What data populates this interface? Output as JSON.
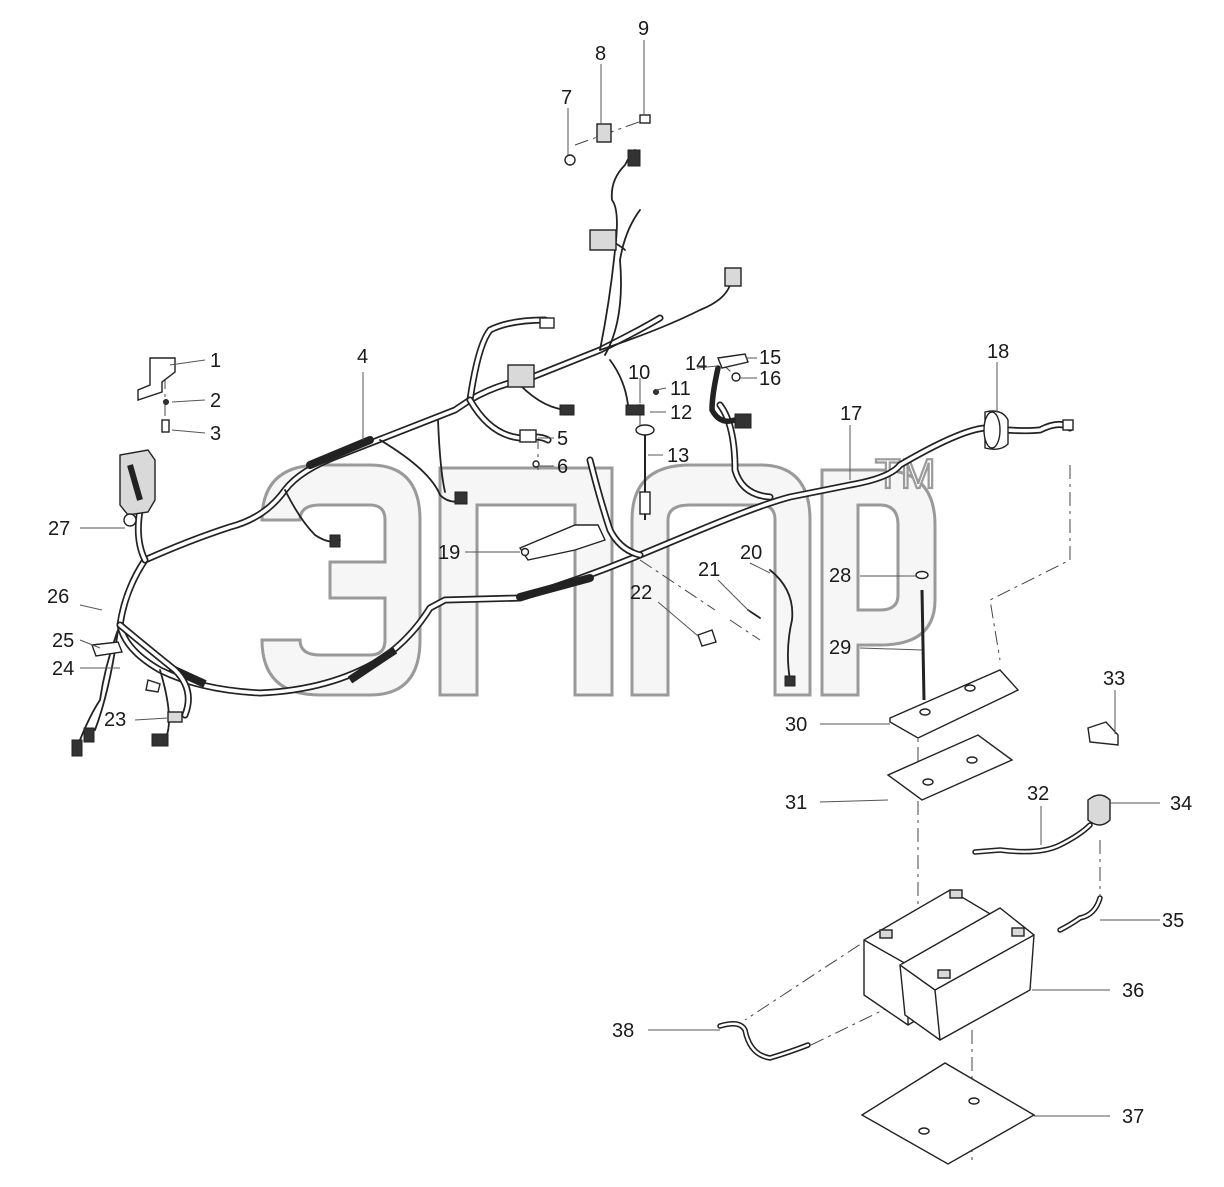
{
  "watermark": {
    "mark": "TM"
  },
  "callouts": [
    {
      "id": "1",
      "label": "1"
    },
    {
      "id": "2",
      "label": "2"
    },
    {
      "id": "3",
      "label": "3"
    },
    {
      "id": "4",
      "label": "4"
    },
    {
      "id": "5",
      "label": "5"
    },
    {
      "id": "6",
      "label": "6"
    },
    {
      "id": "7",
      "label": "7"
    },
    {
      "id": "8",
      "label": "8"
    },
    {
      "id": "9",
      "label": "9"
    },
    {
      "id": "10",
      "label": "10"
    },
    {
      "id": "11",
      "label": "11"
    },
    {
      "id": "12",
      "label": "12"
    },
    {
      "id": "13",
      "label": "13"
    },
    {
      "id": "14",
      "label": "14"
    },
    {
      "id": "15",
      "label": "15"
    },
    {
      "id": "16",
      "label": "16"
    },
    {
      "id": "17",
      "label": "17"
    },
    {
      "id": "18",
      "label": "18"
    },
    {
      "id": "19",
      "label": "19"
    },
    {
      "id": "20",
      "label": "20"
    },
    {
      "id": "21",
      "label": "21"
    },
    {
      "id": "22",
      "label": "22"
    },
    {
      "id": "23",
      "label": "23"
    },
    {
      "id": "24",
      "label": "24"
    },
    {
      "id": "25",
      "label": "25"
    },
    {
      "id": "26",
      "label": "26"
    },
    {
      "id": "27",
      "label": "27"
    },
    {
      "id": "28",
      "label": "28"
    },
    {
      "id": "29",
      "label": "29"
    },
    {
      "id": "30",
      "label": "30"
    },
    {
      "id": "31",
      "label": "31"
    },
    {
      "id": "32",
      "label": "32"
    },
    {
      "id": "33",
      "label": "33"
    },
    {
      "id": "34",
      "label": "34"
    },
    {
      "id": "35",
      "label": "35"
    },
    {
      "id": "36",
      "label": "36"
    },
    {
      "id": "37",
      "label": "37"
    },
    {
      "id": "38",
      "label": "38"
    }
  ]
}
